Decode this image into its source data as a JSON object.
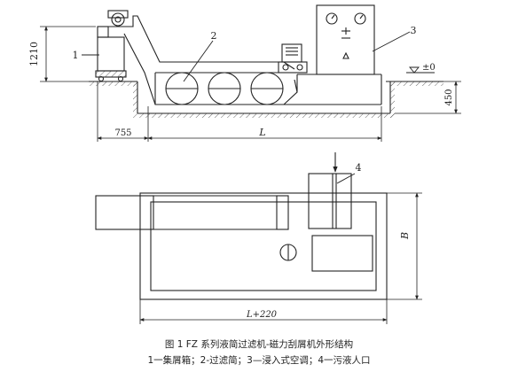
{
  "figure": {
    "dimensions": {
      "height_total": "1210",
      "height_pit": "450",
      "offset_left": "755",
      "length": "L",
      "length_plan": "L+220",
      "width_plan": "B",
      "level": "±0"
    },
    "callouts": [
      "1",
      "2",
      "3",
      "4"
    ]
  },
  "caption": {
    "title": "图 1 FZ 系列液简过滤机-磁力刮屑机外形结构",
    "legend": "1一集屑箱；2-过滤简；3—浸入式空调；4一污液人口"
  }
}
